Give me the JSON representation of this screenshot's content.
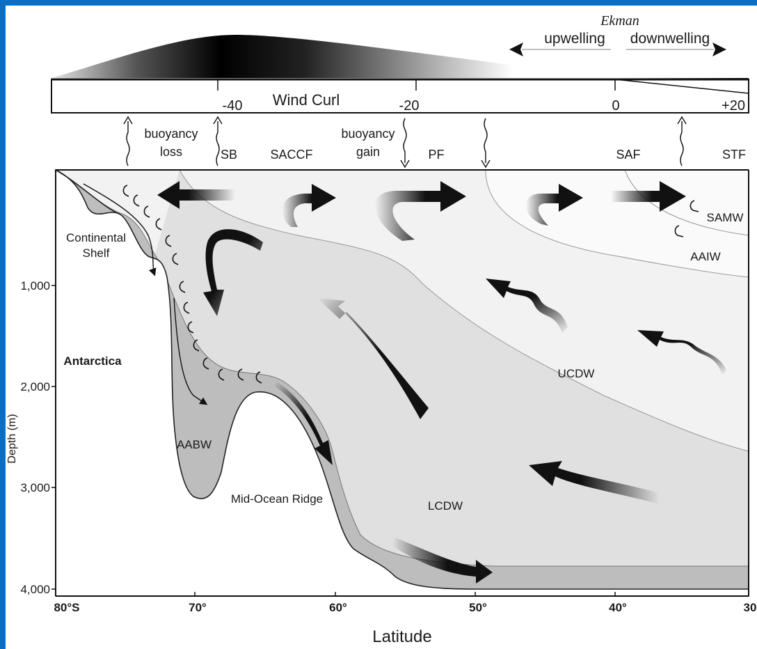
{
  "ekman": {
    "title": "Ekman",
    "upwelling": "upwelling",
    "downwelling": "downwelling"
  },
  "wind_curl": {
    "label": "Wind Curl",
    "ticks": [
      "-40",
      "-20",
      "0",
      "+20"
    ]
  },
  "fronts": {
    "buoyancy_loss": [
      "buoyancy",
      "loss"
    ],
    "buoyancy_gain": [
      "buoyancy",
      "gain"
    ],
    "sb": "SB",
    "saccf": "SACCF",
    "pf": "PF",
    "saf": "SAF",
    "stf": "STF"
  },
  "water_masses": {
    "continental_shelf": [
      "Continental",
      "Shelf"
    ],
    "antarctica": "Antarctica",
    "aabw": "AABW",
    "mid_ocean_ridge": "Mid-Ocean Ridge",
    "lcdw": "LCDW",
    "ucdw": "UCDW",
    "samw": "SAMW",
    "aaiw": "AAIW"
  },
  "axes": {
    "y_label": "Depth (m)",
    "y_ticks": [
      "1,000",
      "2,000",
      "3,000",
      "4,000"
    ],
    "x_label": "Latitude",
    "x_ticks": [
      "80°S",
      "70°",
      "60°",
      "50°",
      "40°",
      "30"
    ]
  },
  "colors": {
    "frame": "#0a6fc2",
    "upper_water": "#f3f3f3",
    "deep_water": "#e0e0e0",
    "bottom_water": "#bdbdbd",
    "arrow": "#111111"
  }
}
